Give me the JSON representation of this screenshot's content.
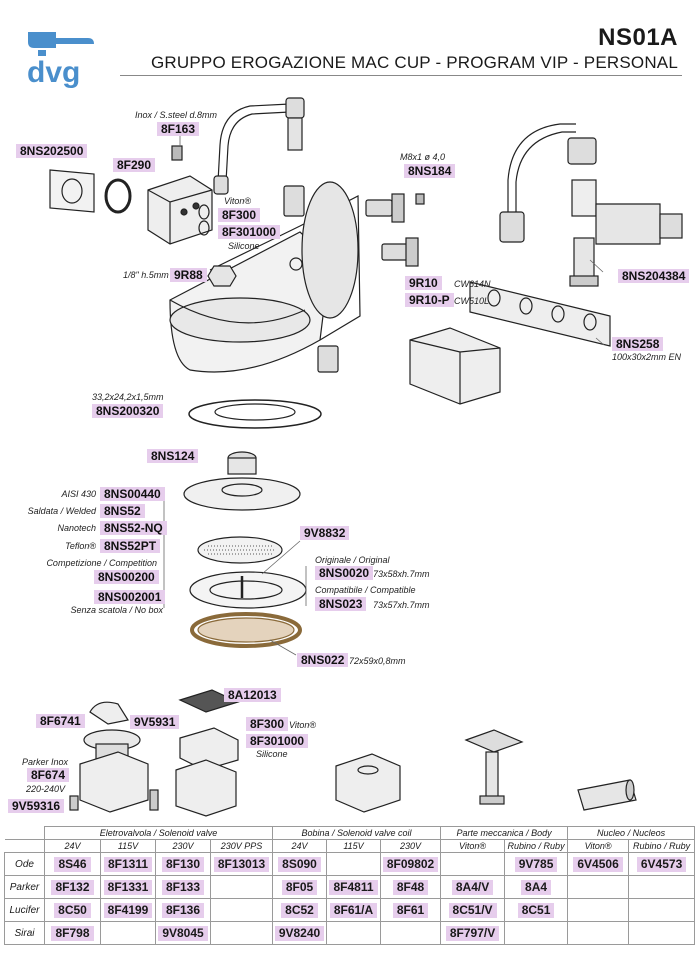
{
  "header": {
    "brand": "dvg",
    "code": "NS01A",
    "title": "GRUPPO EROGAZIONE MAC CUP - PROGRAM VIP - PERSONAL"
  },
  "colors": {
    "brand_blue": "#4a8fcc",
    "code_highlight": "#e6cdec",
    "gasket_tan": "#c9a47a"
  },
  "callouts": [
    {
      "id": "8F163",
      "code": "8F163",
      "note": "Inox / S.steel d.8mm"
    },
    {
      "id": "8NS202500",
      "code": "8NS202500"
    },
    {
      "id": "8F290",
      "code": "8F290"
    },
    {
      "id": "8F300a",
      "code": "8F300",
      "note": "Viton®"
    },
    {
      "id": "8F301000a",
      "code": "8F301000",
      "note": "Silicone"
    },
    {
      "id": "8NS184",
      "code": "8NS184",
      "note": "M8x1 ø 4,0"
    },
    {
      "id": "9R88",
      "code": "9R88",
      "note": "1/8\" h.5mm"
    },
    {
      "id": "9R10",
      "code": "9R10",
      "note": "CW614N"
    },
    {
      "id": "9R10-P",
      "code": "9R10-P",
      "note": "CW510L"
    },
    {
      "id": "8NS204384",
      "code": "8NS204384"
    },
    {
      "id": "8NS258",
      "code": "8NS258",
      "note": "100x30x2mm EN"
    },
    {
      "id": "8NS200320",
      "code": "8NS200320",
      "note": "33,2x24,2x1,5mm"
    },
    {
      "id": "8NS124",
      "code": "8NS124"
    },
    {
      "id": "8NS00440",
      "code": "8NS00440",
      "note": "AISI 430"
    },
    {
      "id": "8NS52",
      "code": "8NS52",
      "note": "Saldata / Welded"
    },
    {
      "id": "8NS52-NQ",
      "code": "8NS52-NQ",
      "note": "Nanotech"
    },
    {
      "id": "8NS52PT",
      "code": "8NS52PT",
      "note": "Teflon®"
    },
    {
      "id": "8NS00200",
      "code": "8NS00200",
      "note": "Competizione / Competition"
    },
    {
      "id": "8NS002001",
      "code": "8NS002001",
      "note": "Senza scatola / No box"
    },
    {
      "id": "9V8832",
      "code": "9V8832"
    },
    {
      "id": "8NS0020",
      "code": "8NS0020",
      "note": "Originale / Original",
      "note2": "73x58xh.7mm"
    },
    {
      "id": "8NS023",
      "code": "8NS023",
      "note": "Compatibile / Compatible",
      "note2": "73x57xh.7mm"
    },
    {
      "id": "8NS022",
      "code": "8NS022",
      "note": "72x59x0,8mm"
    },
    {
      "id": "8A12013",
      "code": "8A12013"
    },
    {
      "id": "8F6741",
      "code": "8F6741"
    },
    {
      "id": "9V5931",
      "code": "9V5931"
    },
    {
      "id": "8F300b",
      "code": "8F300",
      "note": "Viton®"
    },
    {
      "id": "8F301000b",
      "code": "8F301000",
      "note": "Silicone"
    },
    {
      "id": "8F674",
      "code": "8F674",
      "note": "Parker Inox",
      "note2": "220-240V"
    },
    {
      "id": "9V59316",
      "code": "9V59316"
    }
  ],
  "table": {
    "groups": [
      {
        "label": "Eletrovalvola / Solenoid valve",
        "span": 4
      },
      {
        "label": "Bobina / Solenoid valve coil",
        "span": 3
      },
      {
        "label": "Parte meccanica / Body",
        "span": 2
      },
      {
        "label": "Nucleo / Nucleos",
        "span": 2
      }
    ],
    "columns": [
      "24V",
      "115V",
      "230V",
      "230V PPS",
      "24V",
      "115V",
      "230V",
      "Viton®",
      "Rubino / Ruby",
      "Viton®",
      "Rubino / Ruby"
    ],
    "rows": [
      {
        "brand": "Ode",
        "cells": [
          "8S46",
          "8F1311",
          "8F130",
          "8F13013",
          "8S090",
          "",
          "8F09802",
          "",
          "9V785",
          "6V4506",
          "6V4573"
        ]
      },
      {
        "brand": "Parker",
        "cells": [
          "8F132",
          "8F1331",
          "8F133",
          "",
          "8F05",
          "8F4811",
          "8F48",
          "8A4/V",
          "8A4",
          "",
          ""
        ]
      },
      {
        "brand": "Lucifer",
        "cells": [
          "8C50",
          "8F4199",
          "8F136",
          "",
          "8C52",
          "8F61/A",
          "8F61",
          "8C51/V",
          "8C51",
          "",
          ""
        ]
      },
      {
        "brand": "Sirai",
        "cells": [
          "8F798",
          "",
          "9V8045",
          "",
          "9V8240",
          "",
          "",
          "8F797/V",
          "",
          "",
          ""
        ]
      }
    ]
  }
}
